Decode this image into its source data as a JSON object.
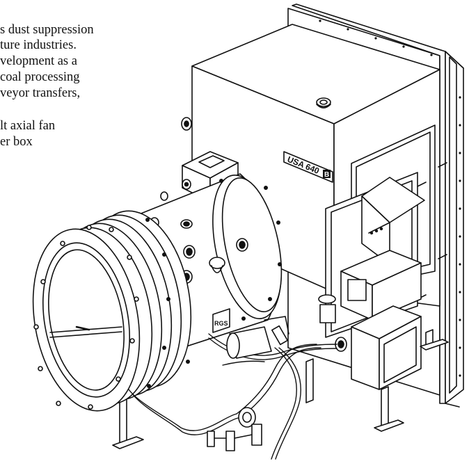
{
  "body_text": {
    "line1": "s dust suppression",
    "line2": "ture industries.",
    "line3": "velopment as a",
    "line4": "coal processing",
    "line5": "veyor transfers,",
    "line6": "lt axial fan",
    "line7": "er box"
  },
  "illustration": {
    "subject": "dust suppression fan unit with cylindrical axial fan housing, flanged inlet ring, stand legs, hoses and control boxes",
    "model_plate": "USA 640",
    "plate_badge": "B",
    "logo_mark": "RGS"
  }
}
